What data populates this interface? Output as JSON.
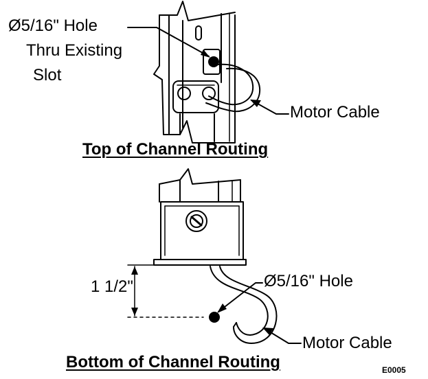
{
  "top": {
    "hole_line1": "Ø5/16\" Hole",
    "hole_line2": "Thru Existing",
    "hole_line3": "Slot",
    "motor_cable": "Motor Cable",
    "title": "Top of Channel Routing"
  },
  "bottom": {
    "dimension": "1 1/2\"",
    "hole": "Ø5/16\" Hole",
    "motor_cable": "Motor Cable",
    "title": "Bottom of Channel Routing"
  },
  "figure_code": "E0005",
  "colors": {
    "ink": "#000000",
    "paper": "#ffffff"
  }
}
